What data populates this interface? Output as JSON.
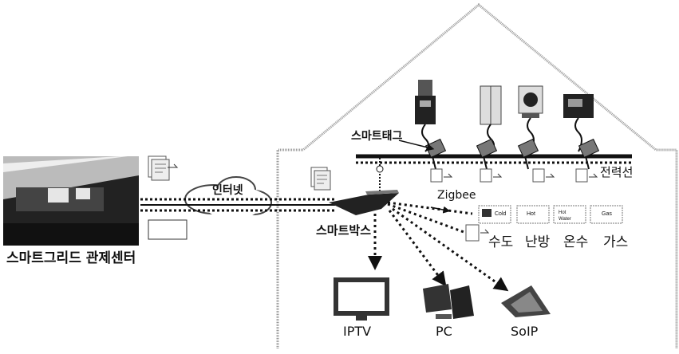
{
  "center_label": "스마트그리드 관제센터",
  "internet_label": "인터넷",
  "smart_tag_label": "스마트태그",
  "power_line_label": "전력선",
  "zigbee_label": "Zigbee",
  "smart_box_label": "스마트박스",
  "utilities": [
    "수도",
    "난방",
    "온수",
    "가스"
  ],
  "devices": [
    "IPTV",
    "PC",
    "SoIP"
  ],
  "meter_texts": [
    "Cold",
    "Hot",
    "Water",
    "Gas"
  ]
}
